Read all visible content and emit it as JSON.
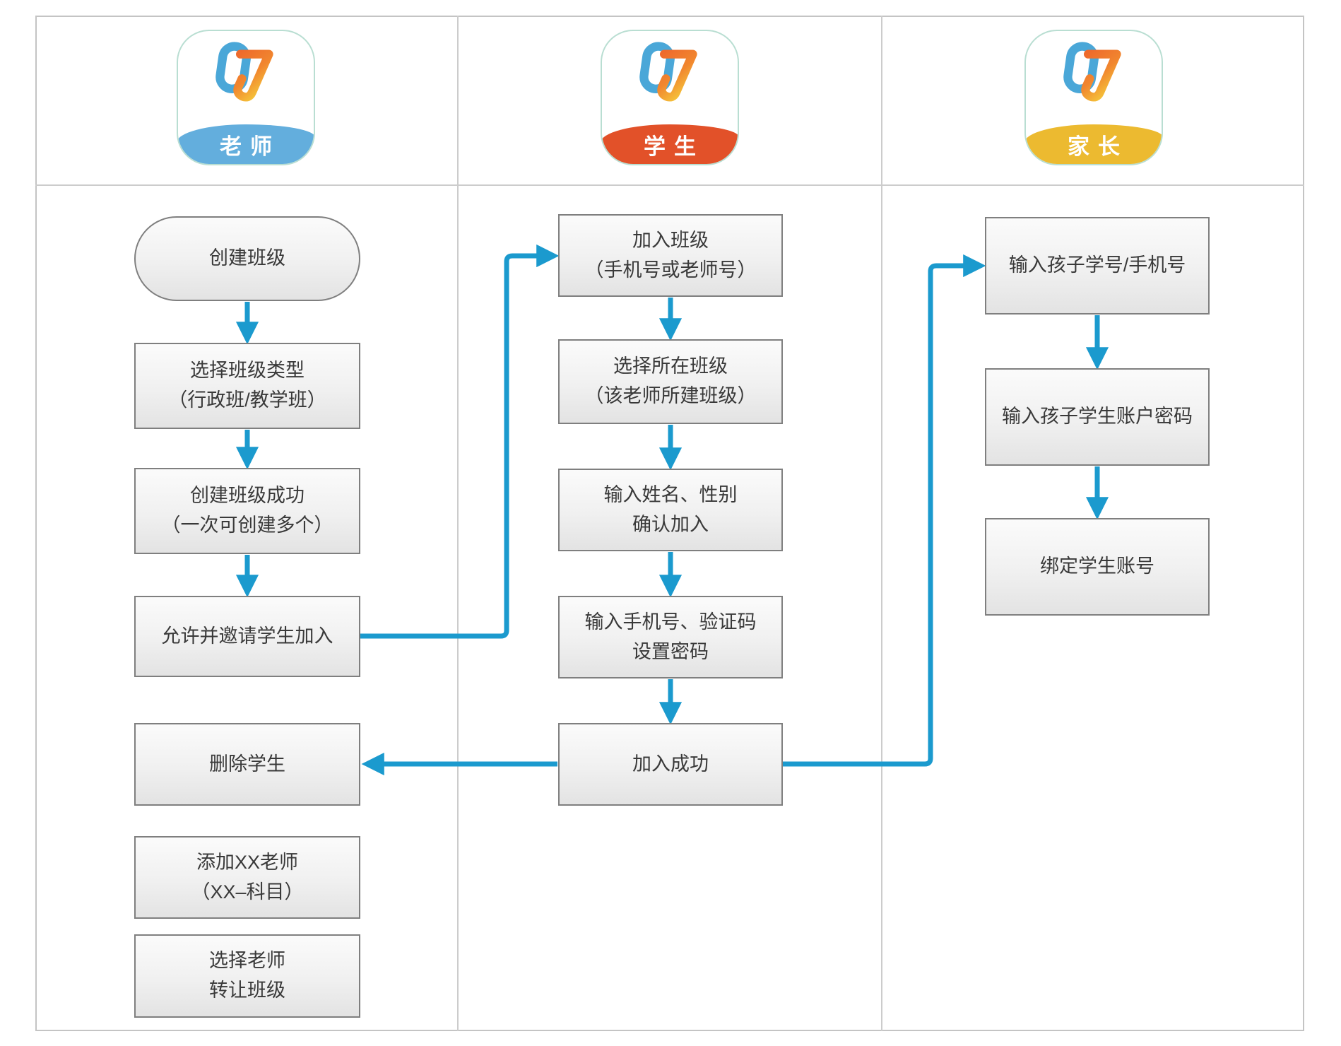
{
  "diagram": {
    "columns": [
      {
        "role": "teacher",
        "icon_label": "老师",
        "banner_color": "#63aedd",
        "nodes": [
          {
            "shape": "stadium",
            "line1": "创建班级"
          },
          {
            "line1": "选择班级类型",
            "line2": "（行政班/教学班）"
          },
          {
            "line1": "创建班级成功",
            "line2": "（一次可创建多个）"
          },
          {
            "line1": "允许并邀请学生加入"
          },
          {
            "line1": "删除学生"
          },
          {
            "line1": "添加XX老师",
            "line2": "（XX–科目）"
          },
          {
            "line1": "选择老师",
            "line2": "转让班级"
          }
        ]
      },
      {
        "role": "student",
        "icon_label": "学生",
        "banner_color": "#e25129",
        "nodes": [
          {
            "line1": "加入班级",
            "line2": "（手机号或老师号）"
          },
          {
            "line1": "选择所在班级",
            "line2": "（该老师所建班级）"
          },
          {
            "line1": "输入姓名、性别",
            "line2": "确认加入"
          },
          {
            "line1": "输入手机号、验证码",
            "line2": "设置密码"
          },
          {
            "line1": "加入成功"
          }
        ]
      },
      {
        "role": "parent",
        "icon_label": "家长",
        "banner_color": "#ecba30",
        "nodes": [
          {
            "line1": "输入孩子学号/手机号"
          },
          {
            "line1": "输入孩子学生账户密码"
          },
          {
            "line1": "绑定学生账号"
          }
        ]
      }
    ]
  },
  "colors": {
    "arrow": "#1b9ace",
    "node_border": "#7f7f7f",
    "node_fill_top": "#fbfbfb",
    "node_fill_bottom": "#e3e3e3",
    "grid_line": "#cccccc",
    "icon_border": "#b9ded2",
    "logo_blue": "#4aa7d8",
    "logo_orange": "#ee6a2c",
    "logo_yellow": "#f5c33a",
    "teacher_banner": "#63aedd",
    "student_banner": "#e25129",
    "parent_banner": "#ecba30"
  }
}
